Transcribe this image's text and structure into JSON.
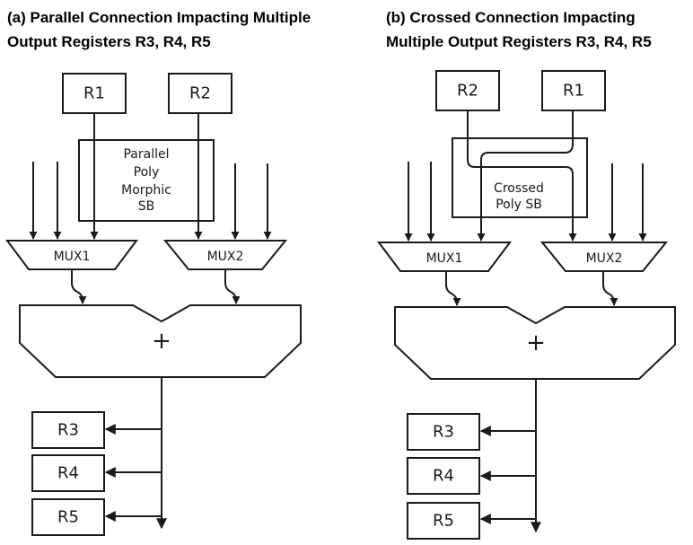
{
  "captions": {
    "a": [
      "(a) Parallel Connection Impacting Multiple",
      "Output Registers R3, R4, R5"
    ],
    "b": [
      "(b) Crossed Connection Impacting",
      "Multiple Output Registers R3, R4, R5"
    ]
  },
  "diagram_a": {
    "inputs": [
      "R1",
      "R2"
    ],
    "sb": [
      "Parallel",
      "Poly",
      "Morphic",
      "SB"
    ],
    "mux": [
      "MUX1",
      "MUX2"
    ],
    "adder": "+",
    "outputs": [
      "R3",
      "R4",
      "R5"
    ]
  },
  "diagram_b": {
    "inputs": [
      "R2",
      "R1"
    ],
    "sb": [
      "Crossed",
      "Poly SB"
    ],
    "mux": [
      "MUX1",
      "MUX2"
    ],
    "adder": "+",
    "outputs": [
      "R3",
      "R4",
      "R5"
    ]
  },
  "colors": {
    "stroke": "#1a1a1a",
    "background": "#ffffff"
  }
}
